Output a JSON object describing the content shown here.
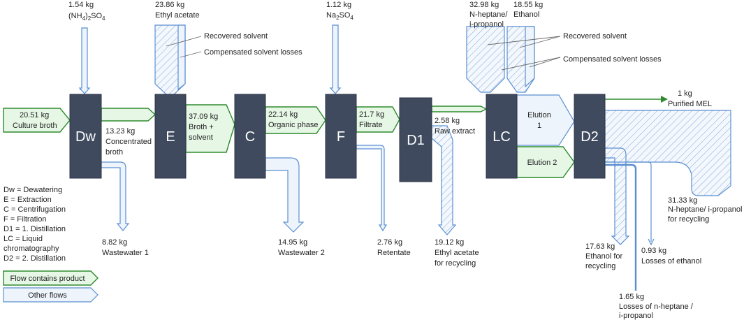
{
  "units": {
    "dw": "Dw",
    "e": "E",
    "c": "C",
    "f": "F",
    "d1": "D1",
    "lc": "LC",
    "d2": "D2"
  },
  "inputs": {
    "ammonium_sulfate_kg": "1.54 kg",
    "ammonium_sulfate_formula": [
      "(NH",
      "4",
      ")",
      "2",
      "SO",
      "4"
    ],
    "ethyl_acetate_kg": "23.86 kg",
    "ethyl_acetate": "Ethyl acetate",
    "sodium_sulfate_kg": "1.12 kg",
    "sodium_sulfate_formula": [
      "Na",
      "2",
      "SO",
      "4"
    ],
    "heptane_kg": "32.98 kg",
    "heptane_line1": "N-heptane/",
    "heptane_line2": "i-propanol",
    "ethanol_kg": "18.55 kg",
    "ethanol": "Ethanol"
  },
  "solvent_notes": {
    "recovered": "Recovered solvent",
    "compensated": "Compensated solvent losses"
  },
  "flows": {
    "culture_broth_kg": "20.51 kg",
    "culture_broth": "Culture broth",
    "concentrated_kg": "13.23 kg",
    "concentrated_line1": "Concentrated",
    "concentrated_line2": "broth",
    "broth_solvent_kg": "37.09 kg",
    "broth_solvent_line1": "Broth +",
    "broth_solvent_line2": "solvent",
    "organic_kg": "22.14 kg",
    "organic": "Organic phase",
    "filtrate_kg": "21.7 kg",
    "filtrate": "Filtrate",
    "raw_extract_kg": "2.58 kg",
    "raw_extract": "Raw extract",
    "elution1_line1": "Elution",
    "elution1_line2": "1",
    "elution2": "Elution 2",
    "purified_kg": "1 kg",
    "purified": "Purified MEL"
  },
  "outputs": {
    "wastewater1_kg": "8.82 kg",
    "wastewater1": "Wastewater 1",
    "wastewater2_kg": "14.95 kg",
    "wastewater2": "Wastewater 2",
    "retentate_kg": "2.76 kg",
    "retentate": "Retentate",
    "ethylacetate_kg": "19.12 kg",
    "ethylacetate_line1": "Ethyl acetate",
    "ethylacetate_line2": "for recycling",
    "heptane_recycle_kg": "31.33 kg",
    "heptane_recycle_line1": "N-heptane/ i-propanol",
    "heptane_recycle_line2": "for recycling",
    "ethanol_recycle_kg": "17.63 kg",
    "ethanol_recycle_line1": "Ethanol for",
    "ethanol_recycle_line2": "recycling",
    "ethanol_loss_kg": "0.93 kg",
    "ethanol_loss": "Losses of ethanol",
    "heptane_loss_kg": "1.65 kg",
    "heptane_loss_line1": "Losses of n-heptane /",
    "heptane_loss_line2": "i-propanol"
  },
  "legend_abbrev": [
    "Dw = Dewatering",
    "E = Extraction",
    "C = Centrifugation",
    "F = Filtration",
    "D1 = 1. Distillation",
    "LC = Liquid",
    "chromatography",
    "D2 = 2. Distillation"
  ],
  "legend_flows": {
    "product": "Flow contains product",
    "other": "Other flows"
  },
  "colors": {
    "unit": "#3f4a5e",
    "product_flow": "#2e8b2e",
    "product_fill": "#e6f7e6",
    "other_flow": "#5b8fd1",
    "other_fill": "#eef4fb"
  }
}
